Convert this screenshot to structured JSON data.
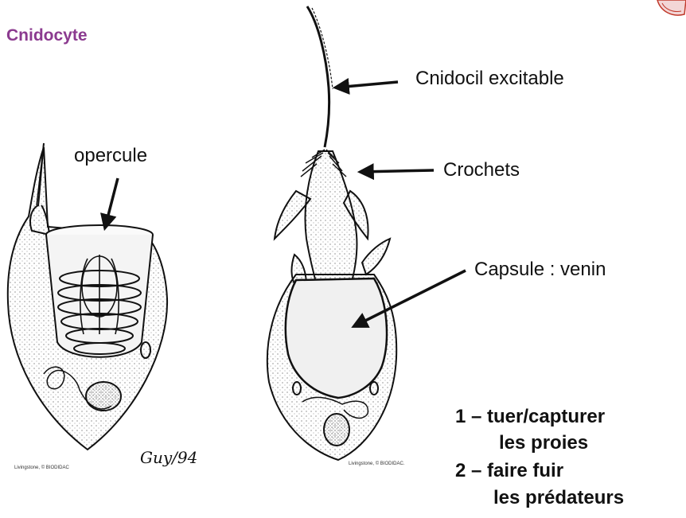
{
  "title": "Cnidocyte",
  "labels": {
    "opercule": "opercule",
    "cnidocil": "Cnidocil excitable",
    "crochets": "Crochets",
    "capsule": "Capsule : venin"
  },
  "roles": {
    "role1_line1": "1 – tuer/capturer",
    "role1_line2": "les proies",
    "role2_line1": "2 – faire fuir",
    "role2_line2": "les prédateurs"
  },
  "credits": {
    "left": "Livingstone, © BIODIDAC",
    "right": "Livingstone, © BIODIDAC."
  },
  "signature": "Guy/94",
  "colors": {
    "title": "#8b3a8f",
    "ink": "#111111",
    "badge": "#c0392b"
  }
}
